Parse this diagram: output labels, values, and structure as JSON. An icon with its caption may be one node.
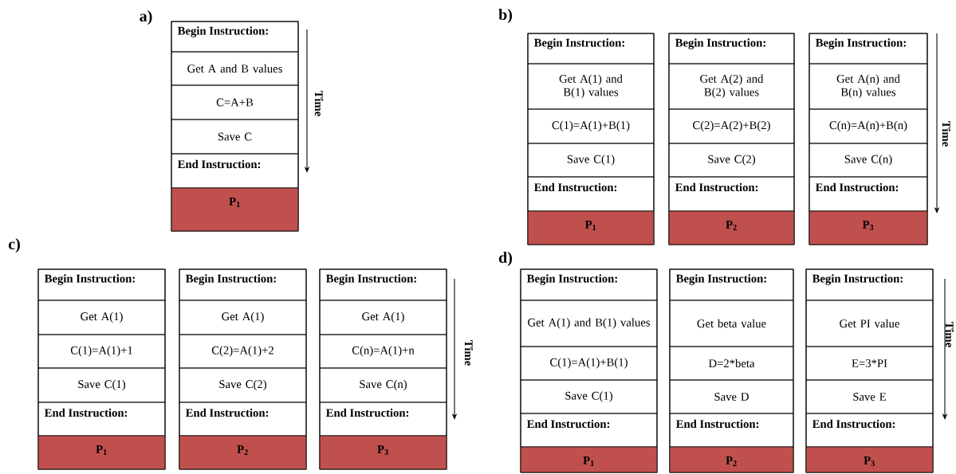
{
  "diagram": {
    "nodes": [
      {
        "text": [
          "Begin Instruction:",
          "Get A and B values",
          "C=A+B",
          "Save C",
          "End Instruction:",
          "P$_{1}$"
        ]
      },
      {
        "text": [
          "Begin Instruction:",
          "Get A(1) and B(1) values",
          "C(1)=A(1)+B(1)",
          "Save C(1)",
          "End Instruction:",
          "P$_{1}$"
        ]
      },
      {
        "text": [
          "Begin Instruction:",
          "Get A(2) and B(2) values",
          "C(2)=A(2)+B(2)",
          "Save C(2)",
          "End Instruction:",
          "P$_{2}$"
        ]
      },
      {
        "text": [
          "Begin Instruction:",
          "Get A(n) and B(n) values",
          "C(n)=A(n)+B(n)",
          "Save C(n)",
          "End Instruction:",
          "P$_{3}$"
        ]
      },
      {
        "text": [
          "Begin Instruction:",
          "Get A(1)",
          "C(1)=A(1)+1",
          "Save C(1)",
          "End Instruction:",
          "P$_{1}$"
        ]
      },
      {
        "text": [
          "Begin Instruction:",
          "Get A(1)",
          "C(2)=A(1)+2",
          "Save C(2)",
          "End Instruction:",
          "P$_{2}$"
        ]
      },
      {
        "text": [
          "Begin Instruction:",
          "Get A(1)",
          "C(n)=A(1)+n",
          "Save C(n)",
          "End Instruction:",
          "P$_{3}$"
        ]
      },
      {
        "text": [
          "Begin Instruction:",
          "Get A(1) and B(1) values",
          "C(1)=A(1)+B(1)",
          "Save C(1)",
          "End Instruction:",
          "P$_{1}$"
        ]
      },
      {
        "text": [
          "Begin Instruction:",
          "Get beta value",
          "D=2*beta",
          "Save D",
          "End Instruction:",
          "P$_{2}$"
        ]
      },
      {
        "text": [
          "Begin Instruction:",
          "Get PI value",
          "E=3*PI",
          "Save E",
          "End Instruction:",
          "P$_{3}$"
        ]
      }
    ],
    "labels": [
      "a)",
      "b)",
      "Time",
      "Time",
      "c)",
      "d)",
      "Time",
      "Time"
    ]
  }
}
